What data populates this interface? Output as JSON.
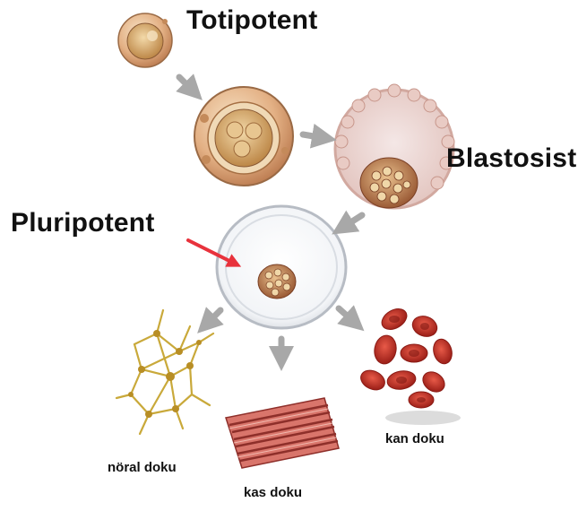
{
  "labels": {
    "totipotent": "Totipotent",
    "blastosist": "Blastosist",
    "pluripotent": "Pluripotent",
    "neural": "nöral doku",
    "muscle": "kas doku",
    "blood": "kan doku"
  },
  "colors": {
    "arrow": "#a8a8a8",
    "pointer_arrow": "#e8323c",
    "cell_outer": "#e3a679",
    "cell_inner": "#c98a52",
    "blastocyst_wall": "#efd6cf",
    "dish_rim": "#b7bcc4",
    "neuron": "#c9a93a",
    "muscle": "#b5453f",
    "blood": "#c7342a"
  }
}
